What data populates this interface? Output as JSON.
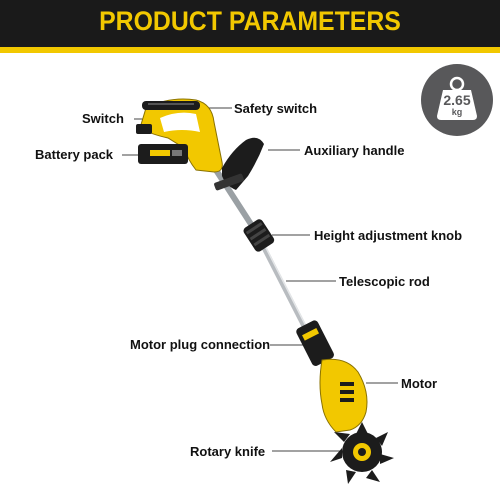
{
  "header": {
    "title": "PRODUCT PARAMETERS"
  },
  "weight": {
    "value": "2.65",
    "unit": "kg"
  },
  "callouts": {
    "switch": "Switch",
    "battery_pack": "Battery pack",
    "safety_switch": "Safety switch",
    "auxiliary_handle": "Auxiliary handle",
    "height_adjustment_knob": "Height adjustment knob",
    "telescopic_rod": "Telescopic rod",
    "motor_plug_connection": "Motor plug connection",
    "motor": "Motor",
    "rotary_knife": "Rotary knife"
  },
  "colors": {
    "banner_bg": "#1a1a1a",
    "accent_yellow": "#f2c800",
    "body_black": "#1c1c1c",
    "rod_grey": "#b8bcc0",
    "weight_badge": "#58585a"
  }
}
